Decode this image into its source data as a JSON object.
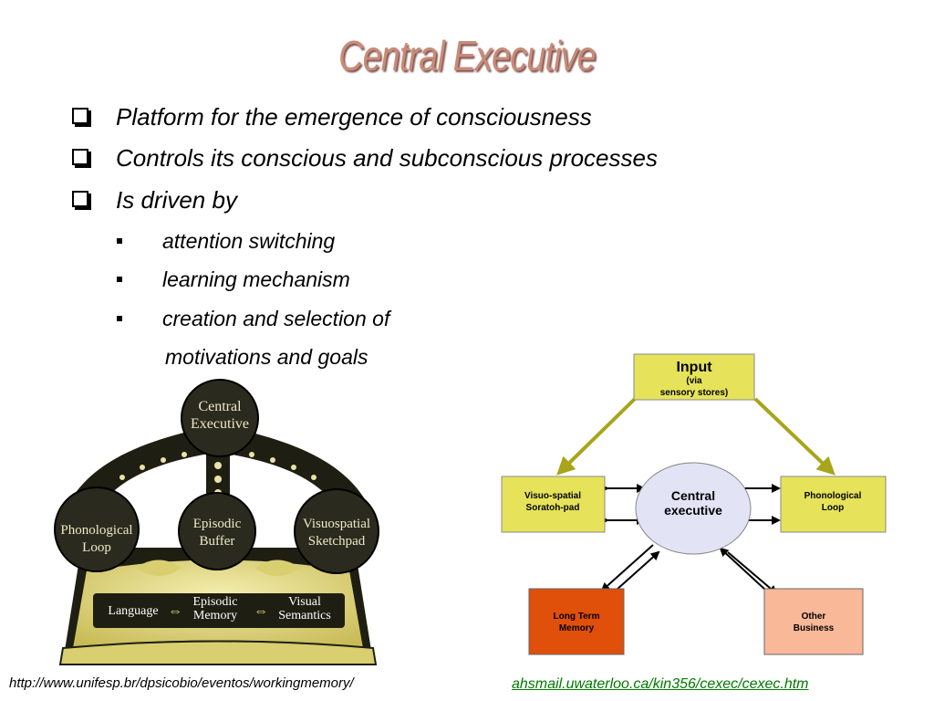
{
  "slide": {
    "title": "Central Executive",
    "bullets": [
      "Platform for the emergence of consciousness",
      "Controls its conscious and subconscious processes",
      "Is driven by"
    ],
    "sub_bullets": [
      "attention switching",
      "learning mechanism",
      "creation and selection of"
    ],
    "sub_continuation": "motivations and goals"
  },
  "crown": {
    "top": [
      "Central",
      "Executive"
    ],
    "left": [
      "Phonological",
      "Loop"
    ],
    "middle": [
      "Episodic",
      "Buffer"
    ],
    "right": [
      "Visuospatial",
      "Sketchpad"
    ],
    "band_language": "Language",
    "band_memory": [
      "Episodic",
      "Memory"
    ],
    "band_semantics": [
      "Visual",
      "Semantics"
    ],
    "arrow": "⇔"
  },
  "diagram": {
    "input": [
      "Input",
      "(via",
      "sensory stores)"
    ],
    "left_box": [
      "Visuo-spatial",
      "Soratoh-pad"
    ],
    "center": [
      "Central",
      "executive"
    ],
    "right_box": [
      "Phonological",
      "Loop"
    ],
    "bottom_left": [
      "Long Term",
      "Memory"
    ],
    "bottom_right": [
      "Other",
      "Business"
    ],
    "colors": {
      "yellow": "#e6e35a",
      "center": "#e2e4f5",
      "long_term": "#e0500a",
      "other": "#f9b898",
      "arrow_olive": "#a8a51a"
    }
  },
  "sources": {
    "left": "http://www.unifesp.br/dpsicobio/eventos/workingmemory/",
    "right": "ahsmail.uwaterloo.ca/kin356/cexec/cexec.htm"
  }
}
